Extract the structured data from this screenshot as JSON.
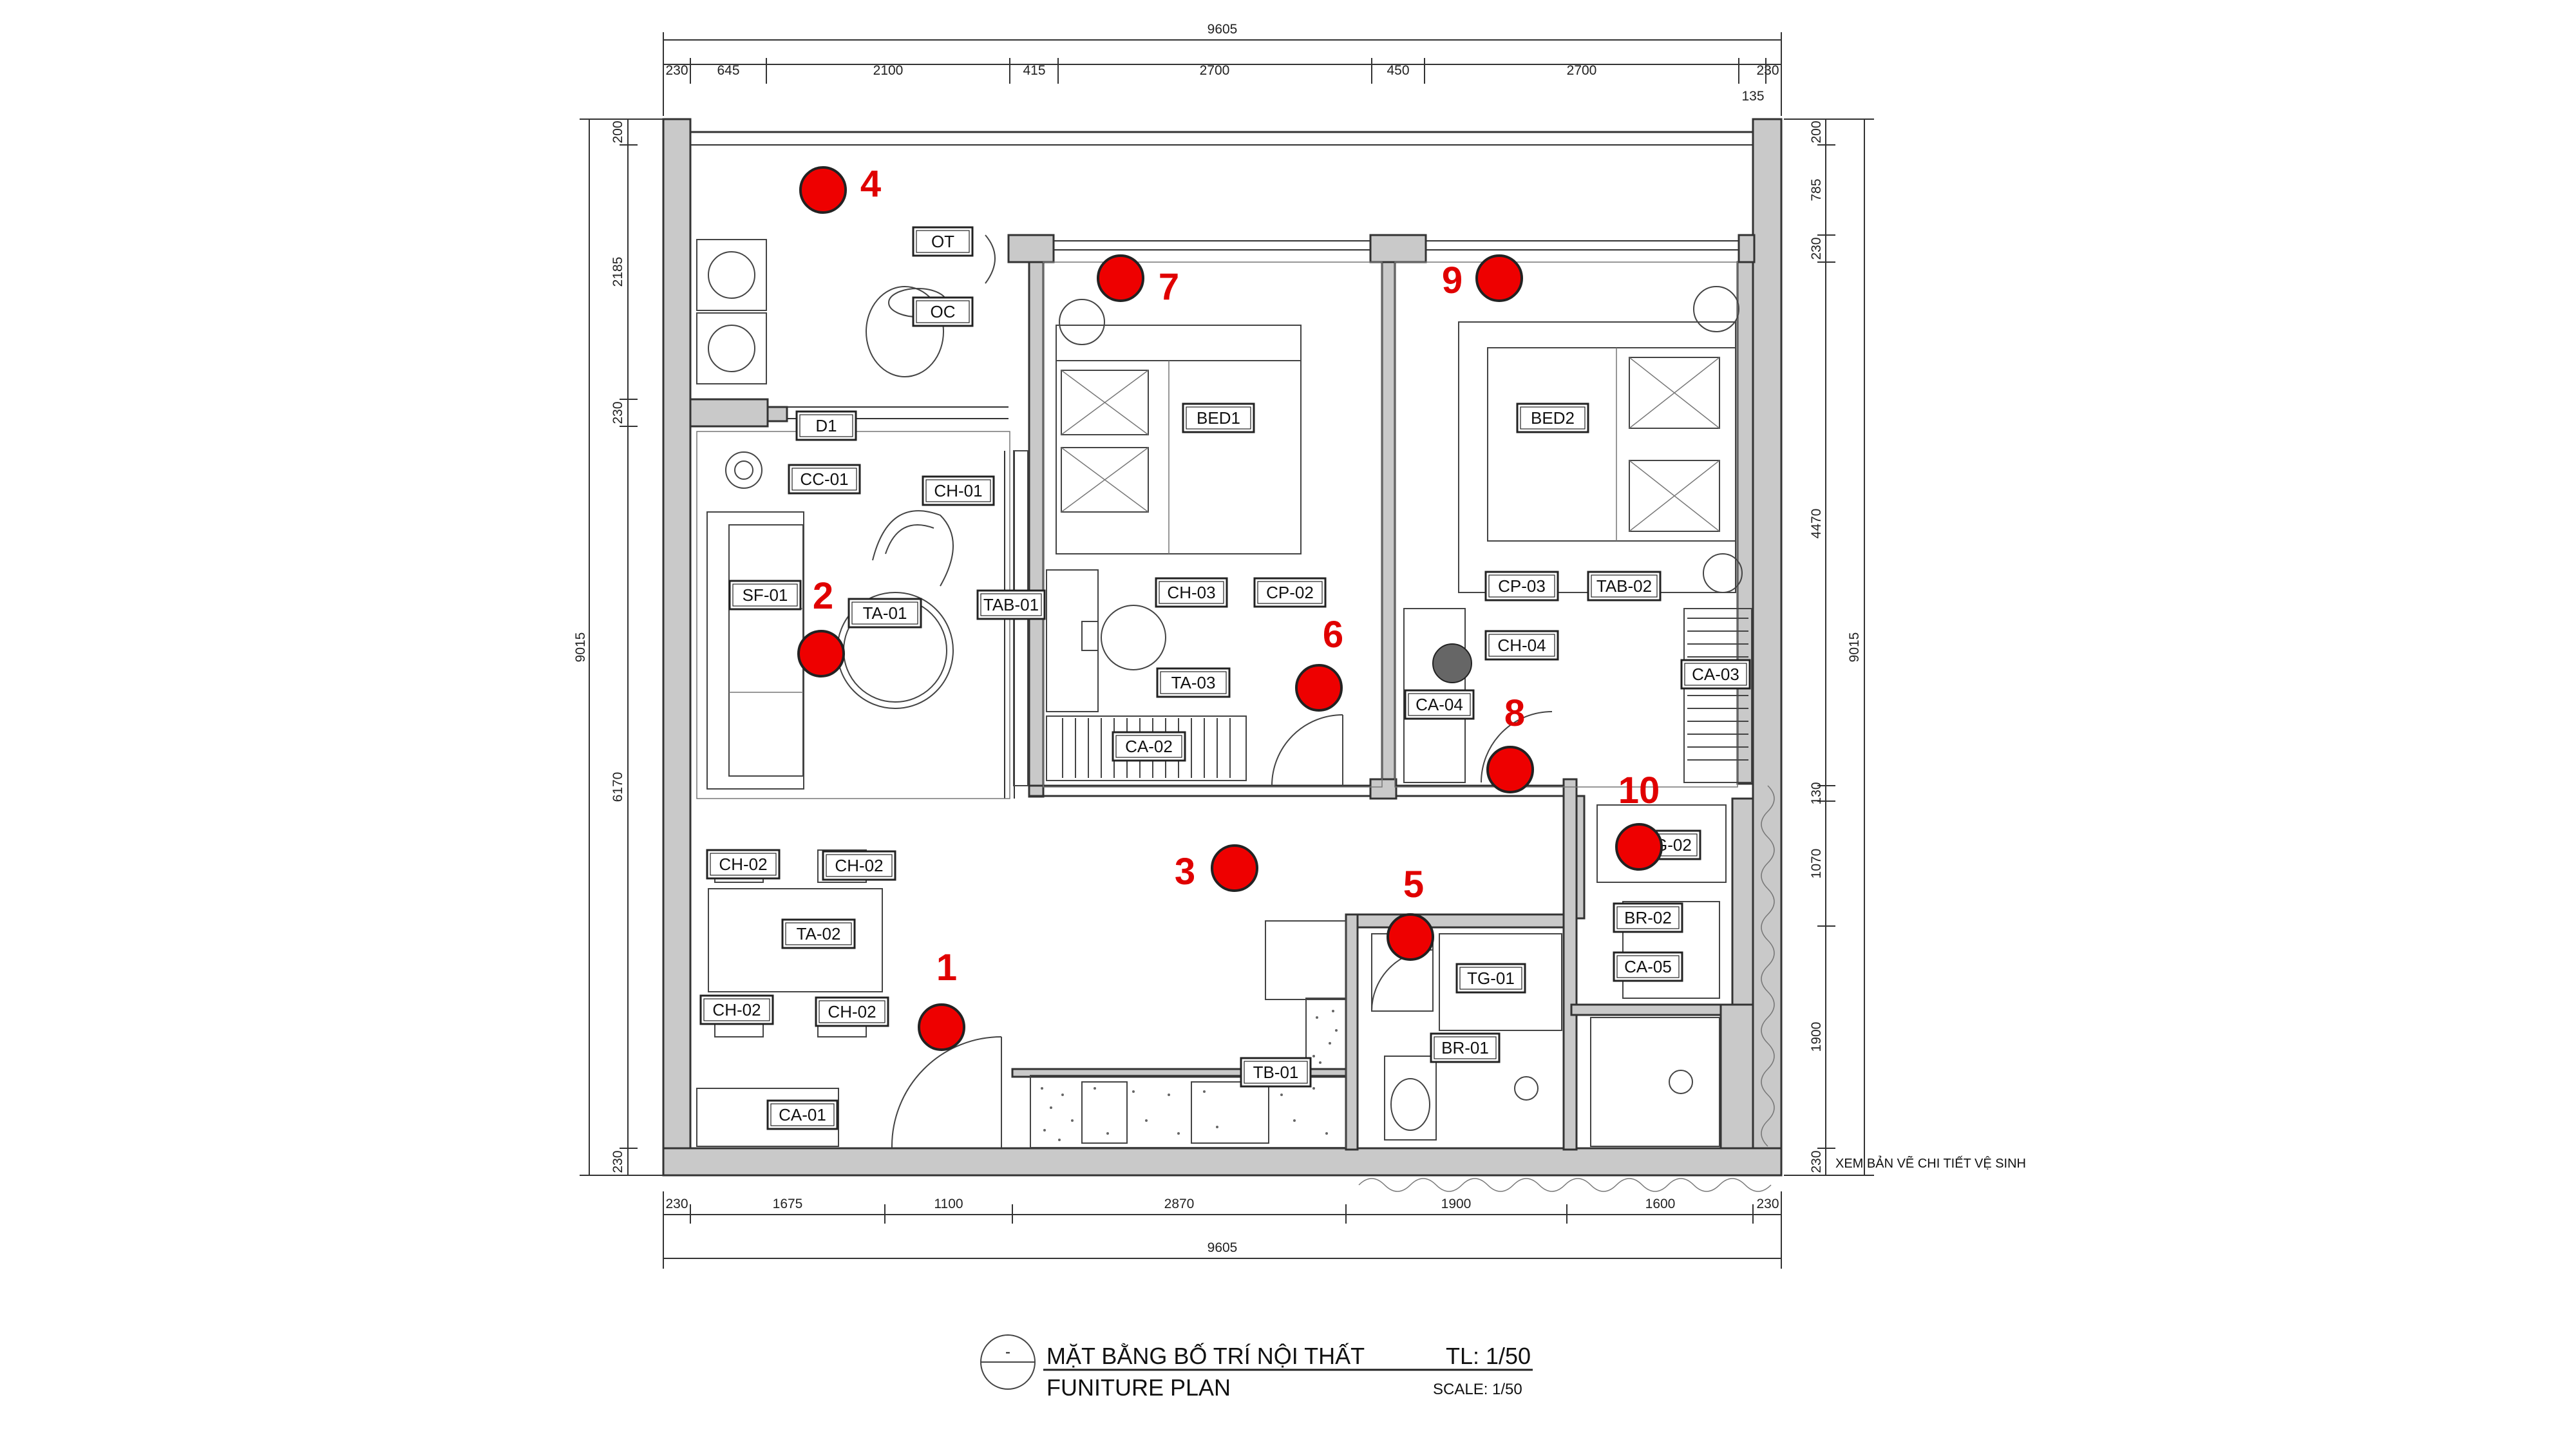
{
  "dims": {
    "top_total": "9605",
    "top": [
      "230",
      "645",
      "2100",
      "415",
      "2700",
      "450",
      "2700",
      "230"
    ],
    "top_extra": "135",
    "bottom": [
      "230",
      "1675",
      "1100",
      "2870",
      "1900",
      "1600",
      "230"
    ],
    "bottom_total": "9605",
    "left_total": "9015",
    "left": [
      "200",
      "2185",
      "230",
      "6170",
      "230"
    ],
    "right_total": "9015",
    "right": [
      "200",
      "785",
      "230",
      "4470",
      "130",
      "1070",
      "1900",
      "230"
    ]
  },
  "tags": [
    {
      "id": "ot",
      "text": "OT"
    },
    {
      "id": "oc",
      "text": "OC"
    },
    {
      "id": "d1",
      "text": "D1"
    },
    {
      "id": "cc01",
      "text": "CC-01"
    },
    {
      "id": "ch01",
      "text": "CH-01"
    },
    {
      "id": "sf01",
      "text": "SF-01"
    },
    {
      "id": "ta01",
      "text": "TA-01"
    },
    {
      "id": "tab01",
      "text": "TAB-01"
    },
    {
      "id": "bed1",
      "text": "BED1"
    },
    {
      "id": "ch03",
      "text": "CH-03"
    },
    {
      "id": "cp02",
      "text": "CP-02"
    },
    {
      "id": "ta03",
      "text": "TA-03"
    },
    {
      "id": "ca02",
      "text": "CA-02"
    },
    {
      "id": "bed2",
      "text": "BED2"
    },
    {
      "id": "cp03",
      "text": "CP-03"
    },
    {
      "id": "tab02",
      "text": "TAB-02"
    },
    {
      "id": "ch04",
      "text": "CH-04"
    },
    {
      "id": "ca03",
      "text": "CA-03"
    },
    {
      "id": "ca04",
      "text": "CA-04"
    },
    {
      "id": "ch02a",
      "text": "CH-02"
    },
    {
      "id": "ch02b",
      "text": "CH-02"
    },
    {
      "id": "ta02",
      "text": "TA-02"
    },
    {
      "id": "ch02c",
      "text": "CH-02"
    },
    {
      "id": "ch02d",
      "text": "CH-02"
    },
    {
      "id": "ca01",
      "text": "CA-01"
    },
    {
      "id": "tb01",
      "text": "TB-01"
    },
    {
      "id": "tg01",
      "text": "TG-01"
    },
    {
      "id": "br01",
      "text": "BR-01"
    },
    {
      "id": "tg02",
      "text": "TG-02"
    },
    {
      "id": "br02",
      "text": "BR-02"
    },
    {
      "id": "ca05",
      "text": "CA-05"
    }
  ],
  "markers": [
    "1",
    "2",
    "3",
    "4",
    "5",
    "6",
    "7",
    "8",
    "9",
    "10"
  ],
  "note": "XEM BẢN VẼ CHI TIẾT VỆ SINH",
  "title": {
    "symbol": "-",
    "vi": "MẶT BẰNG BỐ TRÍ NỘI THẤT",
    "en": "FUNITURE PLAN",
    "tl": "TL: 1/50",
    "scale": "SCALE: 1/50"
  },
  "colors": {
    "marker": "#ee0000",
    "wall": "#c9c9c9",
    "line": "#333333"
  }
}
